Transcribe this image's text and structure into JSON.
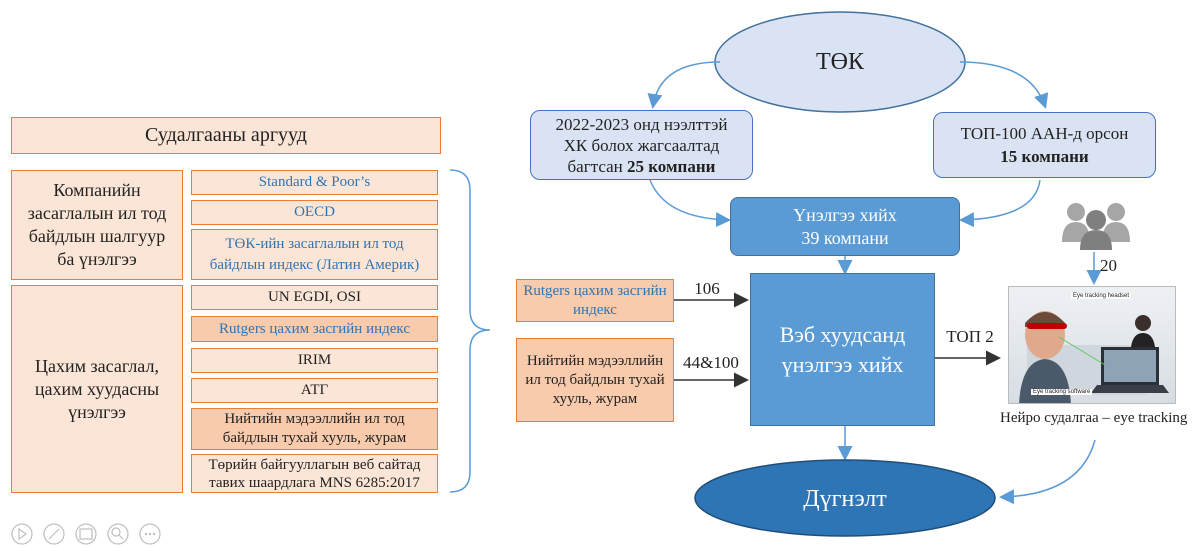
{
  "left": {
    "title": "Судалгааны аргууд",
    "group1_label": "Компанийн засаглалын ил тод байдлын шалгуур ба үнэлгээ",
    "group2_label": "Цахим засаглал, цахим хуудасны үнэлгээ",
    "items": [
      "Standard & Poor’s",
      "OECD",
      "ТӨК-ийн засаглалын ил тод байдлын индекс (Латин Америк)",
      "UN EGDI, OSI",
      "Rutgers цахим засгийн индекс",
      "IRIM",
      "АТГ",
      "Нийтийн мэдээллийн ил тод байдлын тухай хууль, журам",
      "Төрийн байгууллагын веб сайтад тавих шаардлага MNS 6285:2017"
    ]
  },
  "right": {
    "tok": "ТӨК",
    "box_left_line1": "2022-2023 онд нээлттэй",
    "box_left_line2": "ХК болох жагсаалтад",
    "box_left_line3_pre": "багтсан ",
    "box_left_line3_bold": "25 компани",
    "box_right_line1": "ТОП-100 ААН-д орсон",
    "box_right_bold": "15 компани",
    "evaluate_line1": "Үнэлгээ хийх",
    "evaluate_line2": "39 компани",
    "rutgers": "Rutgers цахим засгийн индекс",
    "law": "Нийтийн мэдээллийн ил тод байдлын тухай хууль, журам",
    "n106": "106",
    "n44": "44&100",
    "web_eval": "Вэб хуудсанд үнэлгээ хийх",
    "top2": "ТОП 2",
    "n20": "20",
    "neuro": "Нейро судалгаа – eye tracking",
    "conclusion": "Дүгнэлт",
    "photo_labels": [
      "Eye tracking headset",
      "Eye tracking software"
    ]
  },
  "colors": {
    "peach_fill": "#fbe5d6",
    "peach_dark_fill": "#f8cbad",
    "orange_border": "#ed7d31",
    "light_blue_fill": "#dae3f3",
    "mid_blue": "#5b9bd5",
    "dark_blue": "#41719c",
    "link_blue": "#2e75b6"
  },
  "toolbar_icons": [
    "play-icon",
    "pen-icon",
    "slides-icon",
    "zoom-icon",
    "more-icon"
  ]
}
